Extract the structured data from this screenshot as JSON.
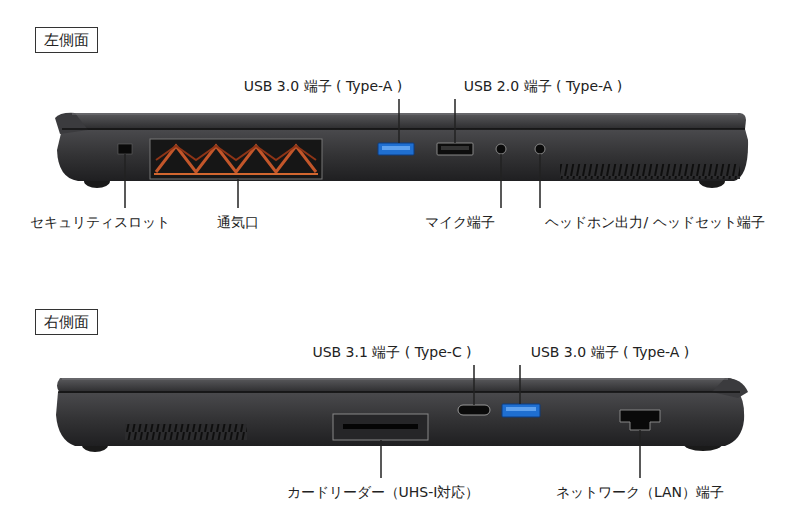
{
  "diagram": {
    "nodes": [
      {
        "text": [
          "左側面"
        ]
      },
      {
        "text": [
          "右側面"
        ]
      }
    ],
    "labels": [
      "USB 3.0 端子 ( Type-A )",
      "USB 2.0 端子 ( Type-A )",
      "セキュリティスロット",
      "通気口",
      "マイク端子",
      "ヘッドホン出力/ ヘッドセット端子",
      "USB 3.1 端子 ( Type-C )",
      "USB 3.0 端子 ( Type-A )",
      "カードリーダー（UHS-I対応）",
      "ネットワーク（LAN）端子"
    ]
  }
}
